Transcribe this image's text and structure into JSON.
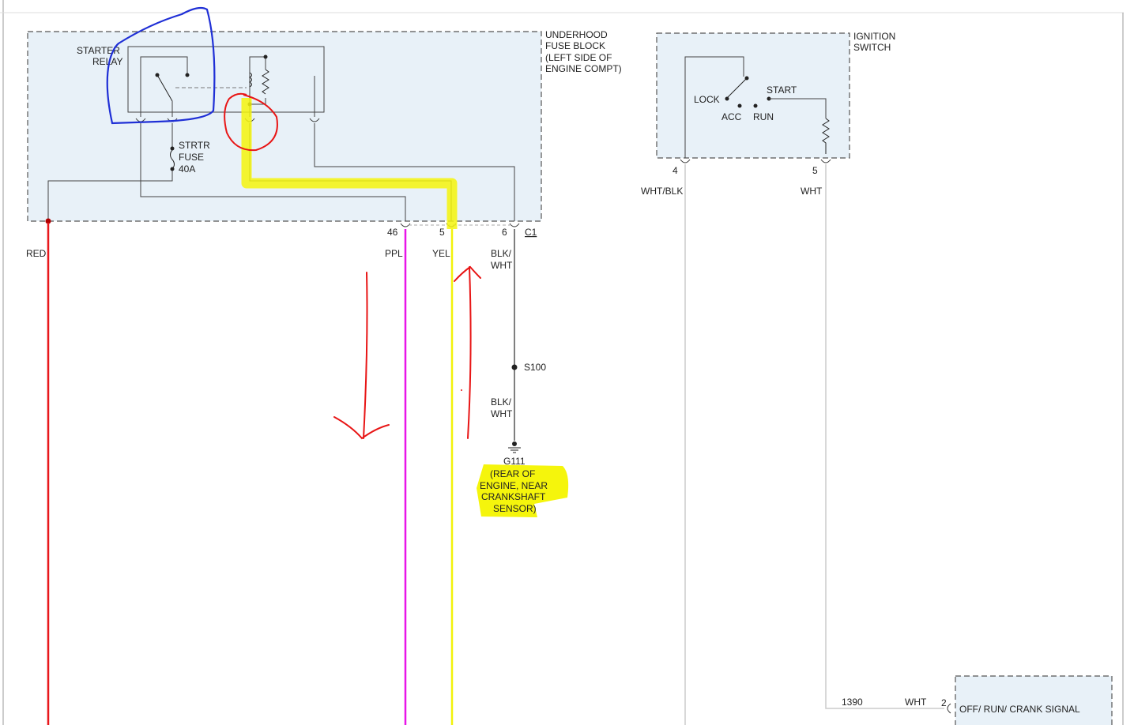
{
  "colors": {
    "red": "#e8181c",
    "ppl": "#e815e8",
    "yel": "#f2f20a",
    "blk_wht": "#555555",
    "wht": "#cccccc",
    "box_fill": "#e8f1f8",
    "annotation_red": "#e81515",
    "annotation_blue": "#1f2fd6",
    "highlight_yellow": "#f5f50c"
  },
  "fuse_block": {
    "title_lines": [
      "UNDERHOOD",
      "FUSE BLOCK",
      "(LEFT SIDE OF",
      "ENGINE COMPT)"
    ],
    "starter_relay_lines": [
      "STARTER",
      "RELAY"
    ],
    "fuse_lines": [
      "STRTR",
      "FUSE",
      "40A"
    ],
    "connector": "C1"
  },
  "pins": {
    "ppl": "46",
    "yel": "5",
    "blk_wht": "6",
    "ign_lock": "4",
    "ign_start": "5",
    "off_run": "2"
  },
  "wires": {
    "red": "RED",
    "ppl": "PPL",
    "yel": "YEL",
    "blk_wht_1": [
      "BLK/",
      "WHT"
    ],
    "blk_wht_2": [
      "BLK/",
      "WHT"
    ],
    "wht_blk": "WHT/BLK",
    "wht": "WHT",
    "wht_bottom": "WHT",
    "circuit_1390": "1390"
  },
  "splice": "S100",
  "ground": {
    "id": "G111",
    "location_lines": [
      "(REAR OF",
      "ENGINE, NEAR",
      "CRANKSHAFT",
      "SENSOR)"
    ]
  },
  "ignition_switch": {
    "title_lines": [
      "IGNITION",
      "SWITCH"
    ],
    "positions": {
      "lock": "LOCK",
      "acc": "ACC",
      "run": "RUN",
      "start": "START"
    }
  },
  "off_run_crank": "OFF/ RUN/ CRANK SIGNAL"
}
